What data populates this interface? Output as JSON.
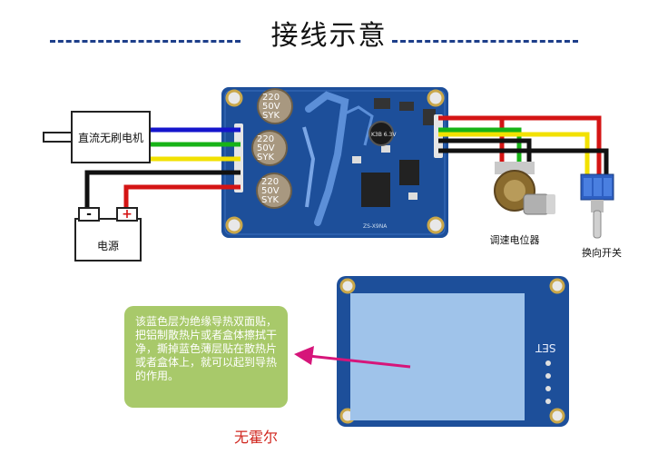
{
  "title": "接线示意",
  "motor": {
    "label": "直流无刷电机"
  },
  "power": {
    "label": "电源",
    "negative": "-",
    "positive": "+"
  },
  "potentiometer": {
    "label": "调速电位器"
  },
  "switch": {
    "label": "换向开关"
  },
  "capacitors": [
    {
      "line1": "220",
      "line2": "50V",
      "line3": "SYK"
    },
    {
      "line1": "220",
      "line2": "50V",
      "line3": "SYK"
    },
    {
      "line1": "220",
      "line2": "50V",
      "line3": "SYK"
    }
  ],
  "small_cap": {
    "text": "K3B 6.3V"
  },
  "board_brand": "ZS-X9NA",
  "board_back_text": "SET",
  "note": {
    "text": "该蓝色层为绝缘导热双面贴，把铝制散热片或者盒体擦拭干净，撕掉蓝色薄层贴在散热片或者盒体上，就可以起到导热的作用。"
  },
  "no_hall": "无霍尔",
  "colors": {
    "dash": "#1e3f8a",
    "board": "#1d4f9a",
    "wire_blue": "#1515cc",
    "wire_green": "#17b317",
    "wire_yellow": "#f2e100",
    "wire_black": "#111111",
    "wire_red": "#d41414",
    "note_bg": "#a8c96a",
    "arrow": "#d6157a",
    "thermal_pad": "#9fc3ea"
  }
}
